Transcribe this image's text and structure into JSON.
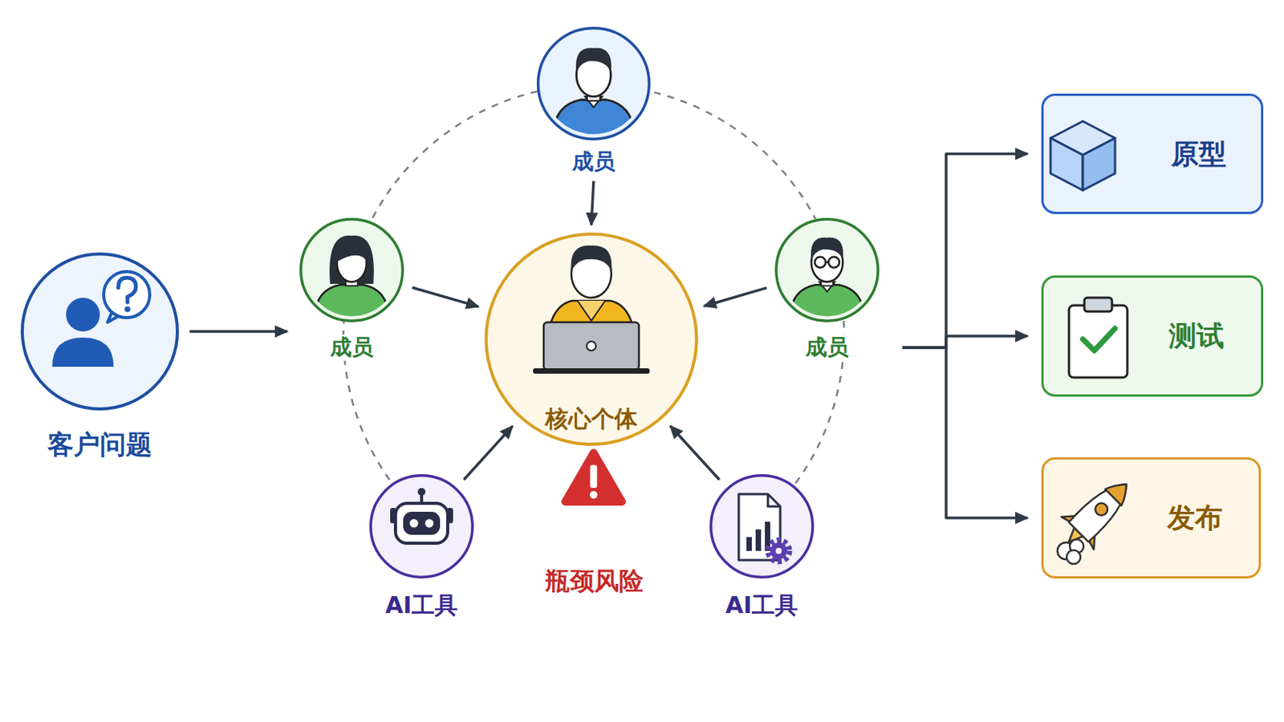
{
  "diagram": {
    "nodes": [
      {
        "text": [
          "客户问题"
        ]
      },
      {
        "text": [
          "成员"
        ]
      },
      {
        "text": [
          "成员"
        ]
      },
      {
        "text": [
          "核心个体"
        ]
      },
      {
        "text": [
          "成员"
        ]
      },
      {
        "text": [
          "AI工具"
        ]
      },
      {
        "text": [
          "AI工具"
        ]
      },
      {
        "text": [
          "原型"
        ]
      },
      {
        "text": [
          "测试"
        ]
      },
      {
        "text": [
          "发布"
        ]
      }
    ],
    "edges": [
      {
        "from": 0,
        "to": 2,
        "arrow": "to"
      },
      {
        "from": 1,
        "to": 3,
        "arrow": "to"
      },
      {
        "from": 2,
        "to": 3,
        "arrow": "to"
      },
      {
        "from": 4,
        "to": 3,
        "arrow": "to"
      },
      {
        "from": 5,
        "to": 3,
        "arrow": "to"
      },
      {
        "from": 6,
        "to": 3,
        "arrow": "to"
      },
      {
        "from": 4,
        "to": 7,
        "arrow": "to"
      },
      {
        "from": 4,
        "to": 8,
        "arrow": "to"
      },
      {
        "from": 4,
        "to": 9,
        "arrow": "to"
      }
    ],
    "labels": [
      "瓶颈风险"
    ]
  }
}
